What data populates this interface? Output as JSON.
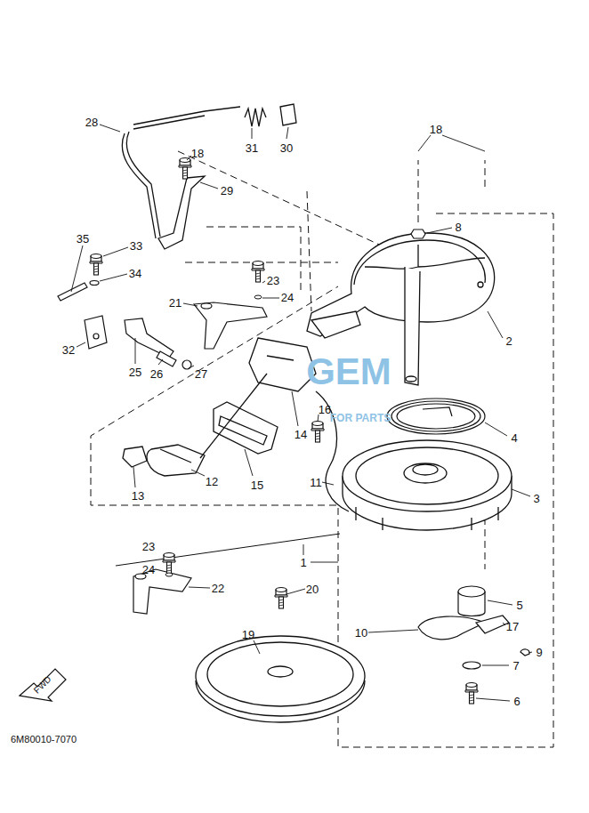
{
  "diagram": {
    "labels": [
      "18",
      "28",
      "31",
      "30",
      "18",
      "8",
      "29",
      "35",
      "33",
      "34",
      "23",
      "24",
      "21",
      "2",
      "32",
      "25",
      "26",
      "27",
      "16",
      "14",
      "4",
      "12",
      "15",
      "13",
      "11",
      "3",
      "1",
      "23",
      "24",
      "22",
      "20",
      "5",
      "17",
      "19",
      "10",
      "7",
      "9",
      "6",
      "FWD",
      "6M80010-7070",
      "GEM",
      "FOR PARTS"
    ]
  }
}
